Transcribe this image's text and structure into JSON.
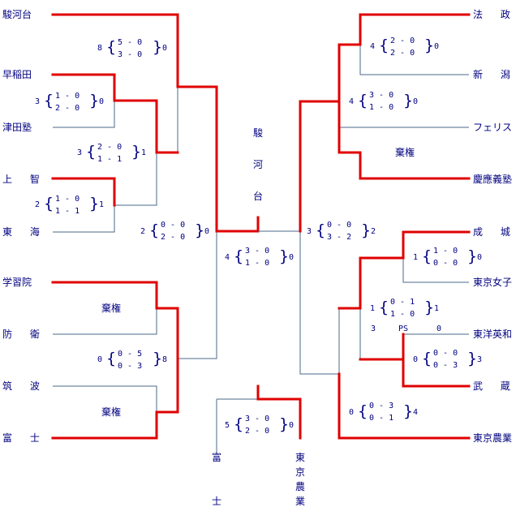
{
  "left_teams": [
    "駿河台",
    "早稲田",
    "津田塾",
    "上 智",
    "東 海",
    "学習院",
    "防 衛",
    "筑 波",
    "富 士"
  ],
  "right_teams": [
    "法 政",
    "新 潟",
    "フェリス",
    "慶應義塾",
    "成 城",
    "東京女子",
    "東洋英和",
    "武 蔵",
    "東京農業"
  ],
  "champion_chars": [
    "駿",
    "河",
    "台"
  ],
  "final_left_chars": [
    "富",
    "士"
  ],
  "final_right_chars": [
    "東",
    "京",
    "農",
    "業"
  ],
  "matches": {
    "L_sundai_waseda": {
      "score_a": "8",
      "period1": "5 - 0",
      "period2": "3 - 0",
      "score_b": "0"
    },
    "L_waseda_tsuda": {
      "score_a": "3",
      "period1": "1 - 0",
      "period2": "2 - 0",
      "score_b": "0"
    },
    "L_waseda_sophia": {
      "score_a": "3",
      "period1": "2 - 0",
      "period2": "1 - 1",
      "score_b": "1"
    },
    "L_sophia_tokai": {
      "score_a": "2",
      "period1": "1 - 0",
      "period2": "1 - 1",
      "score_b": "1"
    },
    "L_semi": {
      "score_a": "2",
      "period1": "0 - 0",
      "period2": "2 - 0",
      "score_b": "0"
    },
    "L_bottom_semi": {
      "score_a": "0",
      "period1": "0 - 5",
      "period2": "0 - 3",
      "score_b": "8"
    },
    "Final": {
      "score_a": "4",
      "period1": "3 - 0",
      "period2": "1 - 0",
      "score_b": "0"
    },
    "R_hosei_niigata": {
      "score_a": "4",
      "period1": "2 - 0",
      "period2": "2 - 0",
      "score_b": "0"
    },
    "R_hosei_keio": {
      "score_a": "4",
      "period1": "3 - 0",
      "period2": "1 - 0",
      "score_b": "0"
    },
    "R_semi": {
      "score_a": "3",
      "period1": "0 - 0",
      "period2": "3 - 2",
      "score_b": "2"
    },
    "R_seijo_joshi": {
      "score_a": "1",
      "period1": "1 - 0",
      "period2": "0 - 0",
      "score_b": "0"
    },
    "R_seijo_musashi": {
      "score_a": "1",
      "period1": "0 - 1",
      "period2": "1 - 0",
      "score_b": "1"
    },
    "R_toyo_musashi": {
      "score_a": "0",
      "period1": "0 - 0",
      "period2": "0 - 3",
      "score_b": "3"
    },
    "R_bottom_semi": {
      "score_a": "0",
      "period1": "0 - 3",
      "period2": "0 - 1",
      "score_b": "4"
    },
    "Third": {
      "score_a": "5",
      "period1": "3 - 0",
      "period2": "2 - 0",
      "score_b": "0"
    }
  },
  "pk": {
    "left": "3",
    "label": "PS",
    "right": "0"
  },
  "walkover_label": "棄権"
}
